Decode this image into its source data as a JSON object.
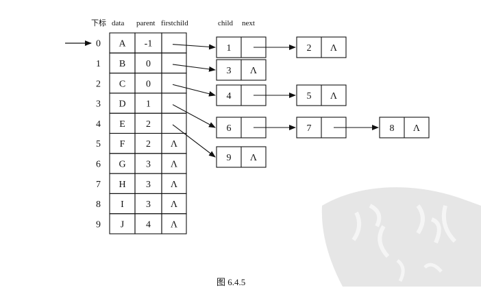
{
  "headers": {
    "index": "下标",
    "data": "data",
    "parent": "parent",
    "firstchild": "firstchild",
    "child": "child",
    "next": "next"
  },
  "null_symbol": "Λ",
  "array_rows": [
    {
      "index": "0",
      "data": "A",
      "parent": "-1",
      "firstchild": "",
      "has_child_list": true
    },
    {
      "index": "1",
      "data": "B",
      "parent": "0",
      "firstchild": "",
      "has_child_list": true
    },
    {
      "index": "2",
      "data": "C",
      "parent": "0",
      "firstchild": "",
      "has_child_list": true
    },
    {
      "index": "3",
      "data": "D",
      "parent": "1",
      "firstchild": "",
      "has_child_list": true
    },
    {
      "index": "4",
      "data": "E",
      "parent": "2",
      "firstchild": "",
      "has_child_list": true
    },
    {
      "index": "5",
      "data": "F",
      "parent": "2",
      "firstchild": "Λ",
      "has_child_list": false
    },
    {
      "index": "6",
      "data": "G",
      "parent": "3",
      "firstchild": "Λ",
      "has_child_list": false
    },
    {
      "index": "7",
      "data": "H",
      "parent": "3",
      "firstchild": "Λ",
      "has_child_list": false
    },
    {
      "index": "8",
      "data": "I",
      "parent": "3",
      "firstchild": "Λ",
      "has_child_list": false
    },
    {
      "index": "9",
      "data": "J",
      "parent": "4",
      "firstchild": "Λ",
      "has_child_list": false
    }
  ],
  "child_lists": [
    {
      "row": 0,
      "nodes": [
        {
          "child": "1"
        },
        {
          "child": "2"
        }
      ]
    },
    {
      "row": 1,
      "nodes": [
        {
          "child": "3"
        }
      ]
    },
    {
      "row": 2,
      "nodes": [
        {
          "child": "4"
        },
        {
          "child": "5"
        }
      ]
    },
    {
      "row": 3,
      "nodes": [
        {
          "child": "6"
        },
        {
          "child": "7"
        },
        {
          "child": "8"
        }
      ]
    },
    {
      "row": 4,
      "nodes": [
        {
          "child": "9"
        }
      ]
    }
  ],
  "caption": "图 6.4.5",
  "colors": {
    "ink": "#111111",
    "watermark": "#dcdcdc",
    "background": "#ffffff"
  }
}
